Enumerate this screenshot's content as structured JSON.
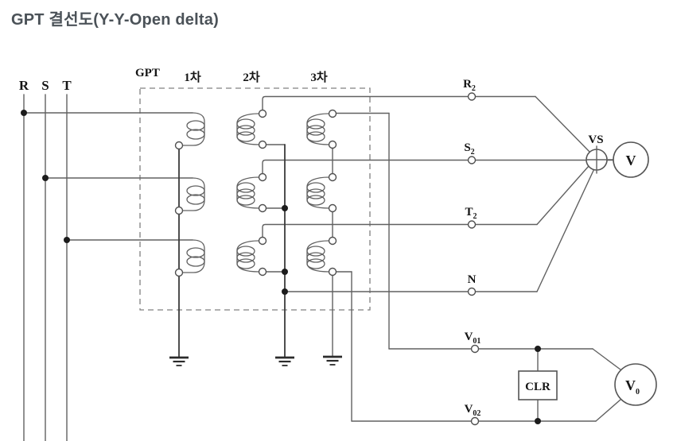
{
  "title": "GPT 결선도(Y-Y-Open delta)",
  "colors": {
    "title_text": "#4b5258",
    "line": "#616161",
    "bold_line": "#3a3a3a",
    "label_text": "#151515",
    "dashed_border": "#808080",
    "background": "#ffffff"
  },
  "phases": {
    "r": "R",
    "s": "S",
    "t": "T"
  },
  "gpt_box": {
    "label": "GPT",
    "winding_columns": {
      "primary": "1차",
      "secondary": "2차",
      "tertiary": "3차"
    }
  },
  "terminals": {
    "r2": {
      "base": "R",
      "sub": "2"
    },
    "s2": {
      "base": "S",
      "sub": "2"
    },
    "t2": {
      "base": "T",
      "sub": "2"
    },
    "n": {
      "base": "N",
      "sub": ""
    },
    "v01": {
      "base": "V",
      "sub": "01"
    },
    "v02": {
      "base": "V",
      "sub": "02"
    }
  },
  "devices": {
    "vs_selector": "VS",
    "voltmeter": "V",
    "clr_resistor": "CLR",
    "zero_voltmeter": {
      "base": "V",
      "sub": "0"
    }
  }
}
